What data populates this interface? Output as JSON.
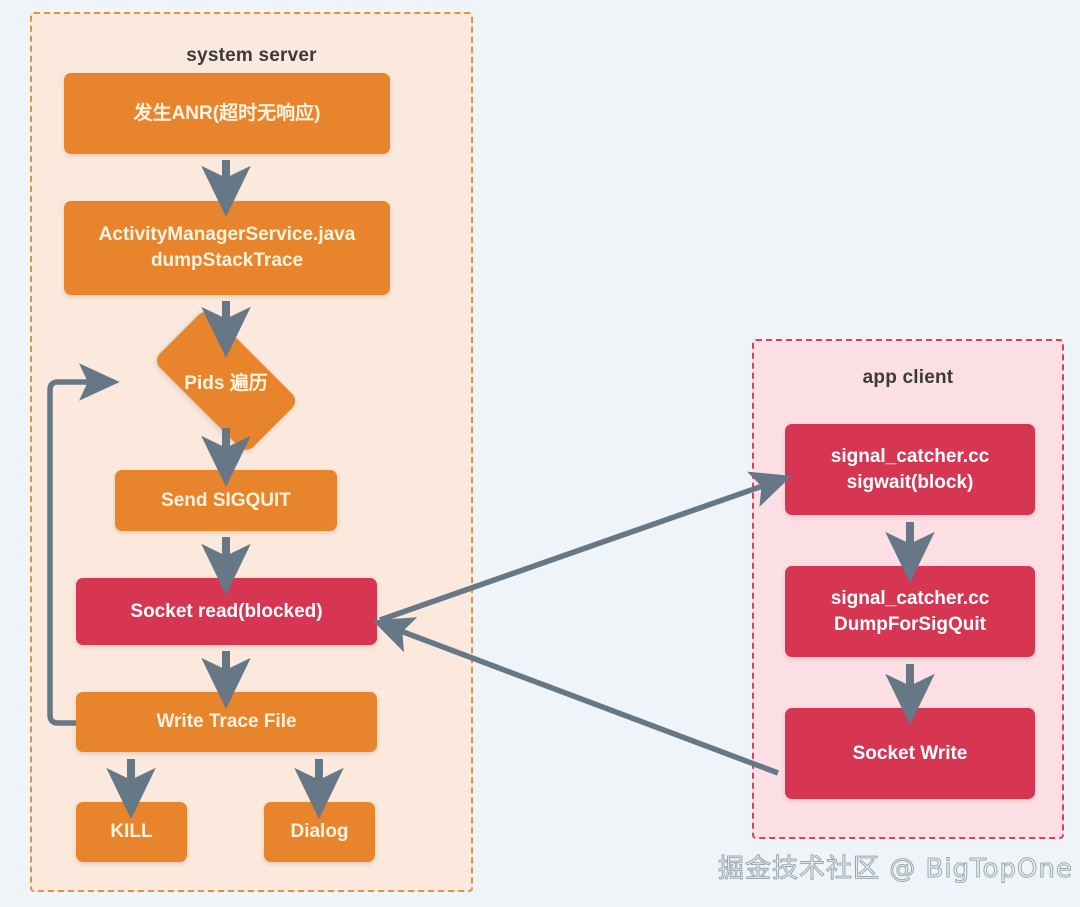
{
  "diagram": {
    "title": "ANR trace dump flow",
    "background_color": "#eff4f8",
    "watermark": "掘金技术社区 @ BigTopOne"
  },
  "colors": {
    "orange_node": "#e8852c",
    "crimson_node": "#d63652",
    "server_panel_bg": "#fae9dc",
    "server_panel_border": "#e2923f",
    "client_panel_bg": "#fbdfe4",
    "client_panel_border": "#d94060",
    "arrow": "#667785",
    "node_text": "#fdf3e0"
  },
  "panels": {
    "server": {
      "label": "system server"
    },
    "client": {
      "label": "app client"
    }
  },
  "nodes": {
    "anr": "发生ANR(超时无响应)",
    "ams_line1": "ActivityManagerService.java",
    "ams_line2": "dumpStackTrace",
    "pids": "Pids 遍历",
    "sigquit": "Send SIGQUIT",
    "socket_read": "Socket read(blocked)",
    "write_trace": "Write Trace File",
    "kill": "KILL",
    "dialog": "Dialog",
    "sigwait_line1": "signal_catcher.cc",
    "sigwait_line2": "sigwait(block)",
    "dumpsig_line1": "signal_catcher.cc",
    "dumpsig_line2": "DumpForSigQuit",
    "socket_write": "Socket Write"
  }
}
